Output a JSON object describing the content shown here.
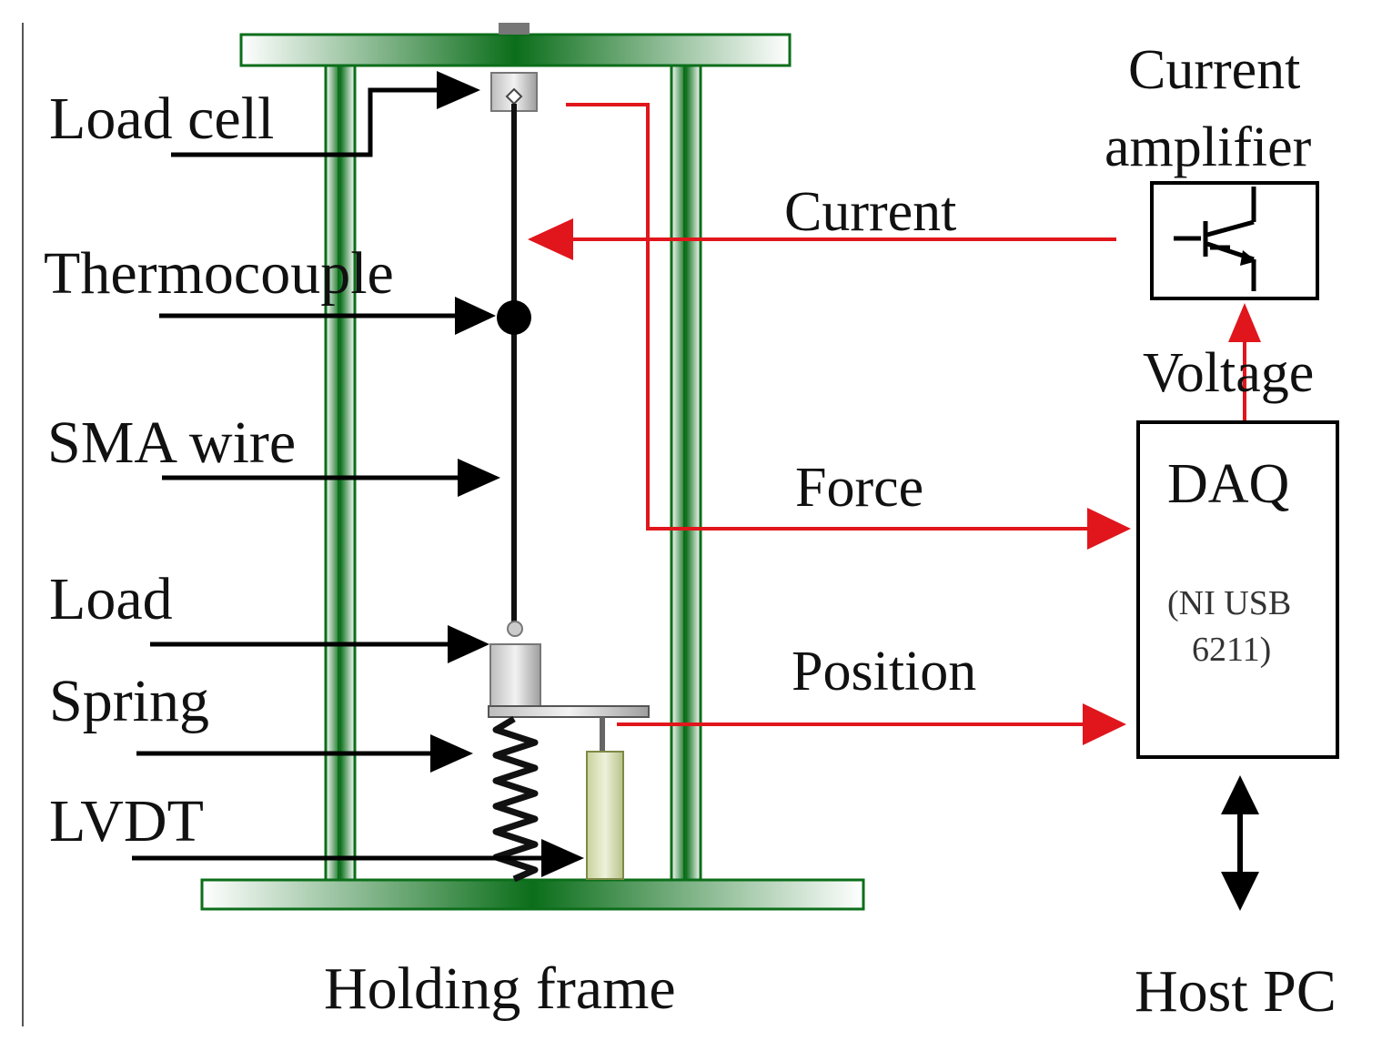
{
  "labels": {
    "load_cell": "Load cell",
    "thermocouple": "Thermocouple",
    "sma_wire": "SMA wire",
    "load": "Load",
    "spring": "Spring",
    "lvdt": "LVDT",
    "holding_frame": "Holding frame",
    "current_amplifier_line1": "Current",
    "current_amplifier_line2": "amplifier",
    "current": "Current",
    "voltage": "Voltage",
    "force": "Force",
    "position": "Position",
    "daq": "DAQ",
    "daq_model_line1": "(NI USB",
    "daq_model_line2": "6211)",
    "host_pc": "Host PC"
  },
  "colors": {
    "frame_green": "#0b6e1a",
    "signal_red": "#e0161c",
    "pointer_black": "#000000"
  },
  "icons": {
    "amplifier": "transistor-symbol",
    "bidirectional": "double-headed-arrow"
  }
}
